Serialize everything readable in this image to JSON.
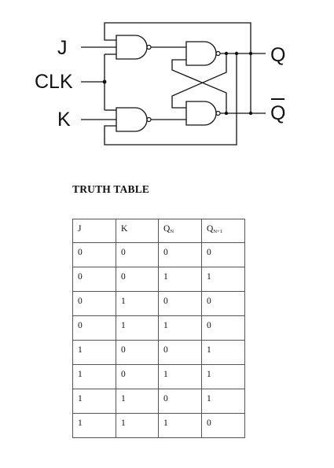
{
  "circuit": {
    "labels": {
      "j": "J",
      "clk": "CLK",
      "k": "K",
      "q": "Q",
      "q_bar": "Q"
    }
  },
  "truth_table": {
    "heading": "TRUTH TABLE",
    "headers": [
      {
        "main": "J",
        "sub": ""
      },
      {
        "main": "K",
        "sub": ""
      },
      {
        "main": "Q",
        "sub": "N"
      },
      {
        "main": "Q",
        "sub": "N+1"
      }
    ],
    "rows": [
      [
        "0",
        "0",
        "0",
        "0"
      ],
      [
        "0",
        "0",
        "1",
        "1"
      ],
      [
        "0",
        "1",
        "0",
        "0"
      ],
      [
        "0",
        "1",
        "1",
        "0"
      ],
      [
        "1",
        "0",
        "0",
        "1"
      ],
      [
        "1",
        "0",
        "1",
        "1"
      ],
      [
        "1",
        "1",
        "0",
        "1"
      ],
      [
        "1",
        "1",
        "1",
        "0"
      ]
    ]
  }
}
